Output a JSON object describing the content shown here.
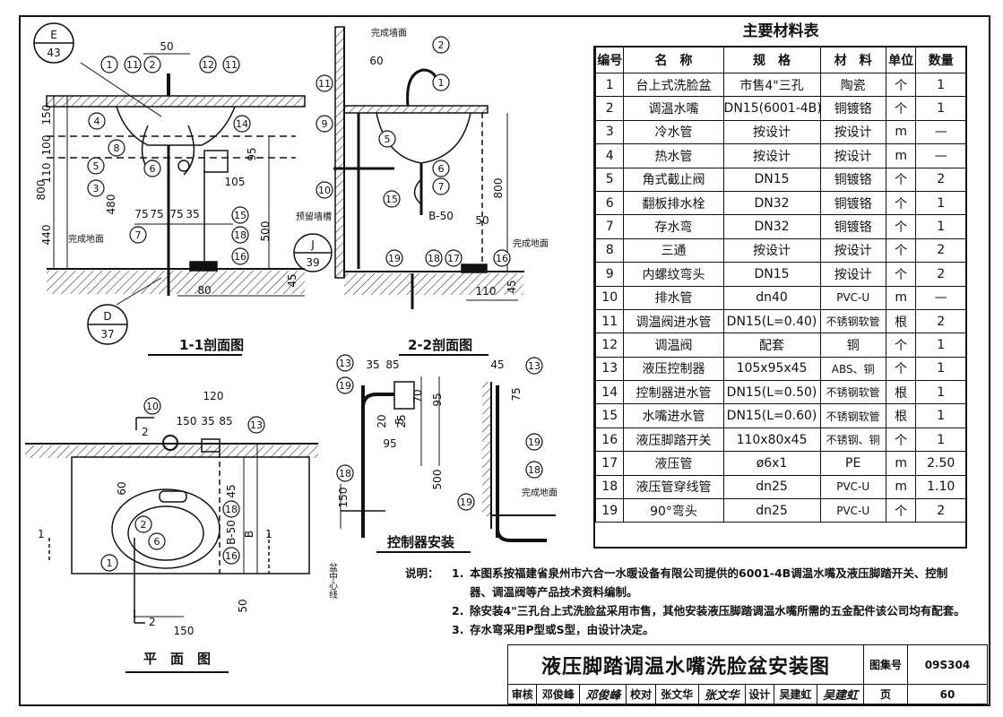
{
  "table": {
    "title": "主要材料表",
    "headers": [
      "编号",
      "名　称",
      "规　格",
      "材　料",
      "单位",
      "数量"
    ],
    "rows": [
      [
        "1",
        "台上式洗脸盆",
        "市售4\"三孔",
        "陶瓷",
        "个",
        "1"
      ],
      [
        "2",
        "调温水嘴",
        "DN15(6001-4B)",
        "铜镀铬",
        "个",
        "1"
      ],
      [
        "3",
        "冷水管",
        "按设计",
        "按设计",
        "m",
        "—"
      ],
      [
        "4",
        "热水管",
        "按设计",
        "按设计",
        "m",
        "—"
      ],
      [
        "5",
        "角式截止阀",
        "DN15",
        "铜镀铬",
        "个",
        "2"
      ],
      [
        "6",
        "翻板排水栓",
        "DN32",
        "铜镀铬",
        "个",
        "1"
      ],
      [
        "7",
        "存水弯",
        "DN32",
        "铜镀铬",
        "个",
        "1"
      ],
      [
        "8",
        "三通",
        "按设计",
        "按设计",
        "个",
        "2"
      ],
      [
        "9",
        "内螺纹弯头",
        "DN15",
        "按设计",
        "个",
        "2"
      ],
      [
        "10",
        "排水管",
        "dn40",
        "PVC-U",
        "m",
        "—"
      ],
      [
        "11",
        "调温阀进水管",
        "DN15(L=0.40)",
        "不锈钢软管",
        "根",
        "2"
      ],
      [
        "12",
        "调温阀",
        "配套",
        "铜",
        "个",
        "1"
      ],
      [
        "13",
        "液压控制器",
        "105x95x45",
        "ABS、铜",
        "个",
        "1"
      ],
      [
        "14",
        "控制器进水管",
        "DN15(L=0.50)",
        "不锈钢软管",
        "根",
        "1"
      ],
      [
        "15",
        "水嘴进水管",
        "DN15(L=0.60)",
        "不锈钢软管",
        "根",
        "1"
      ],
      [
        "16",
        "液压脚踏开关",
        "110x80x45",
        "不锈钢、铜",
        "个",
        "1"
      ],
      [
        "17",
        "液压管",
        "ø6x1",
        "PE",
        "m",
        "2.50"
      ],
      [
        "18",
        "液压管穿线管",
        "dn25",
        "PVC-U",
        "m",
        "1.10"
      ],
      [
        "19",
        "90°弯头",
        "dn25",
        "PVC-U",
        "个",
        "2"
      ]
    ]
  },
  "notes": {
    "label": "说明：",
    "items": [
      {
        "num": "1.",
        "text": "本图系按福建省泉州市六合一水暖设备有限公司提供的6001-4B调温水嘴及液压脚踏开关、控制",
        "cont": "器、调温阀等产品技术资料编制。"
      },
      {
        "num": "2.",
        "text": "除安装4\"三孔台上式洗脸盆采用市售，其他安装液压脚踏调温水嘴所需的五金配件该公司均有配套。"
      },
      {
        "num": "3.",
        "text": "存水弯采用P型或S型，由设计决定。"
      }
    ]
  },
  "title_block": {
    "title": "液压脚踏调温水嘴洗脸盆安装图",
    "atlas_label": "图集号",
    "atlas_no": "09S304",
    "page_label": "页",
    "page_no": "60",
    "review_label": "审核",
    "reviewer": "邓俊峰",
    "reviewer_sign": "邓俊峰",
    "check_label": "校对",
    "checker": "张文华",
    "checker_sign": "张文华",
    "design_label": "设计",
    "designer": "吴建虹",
    "designer_sign": "吴建虹"
  },
  "drawing": {
    "view_1_1": "1-1剖面图",
    "view_2_2": "2-2剖面图",
    "view_plan": "平　面　图",
    "view_controller": "控制器安装",
    "finished_wall": "完成墙面",
    "finished_floor": "完成地面",
    "reserved_groove": "预留墙槽",
    "basin_center": "盆中心线",
    "ref_e": "E",
    "ref_e_sheet": "43",
    "ref_d": "D",
    "ref_d_sheet": "37",
    "ref_j": "J",
    "ref_j_sheet": "39",
    "dims_1_1": [
      "50",
      "150",
      "100",
      "110",
      "800",
      "440",
      "480",
      "95",
      "105",
      "500",
      "75",
      "75",
      "75",
      "35",
      "80",
      "45"
    ],
    "dims_2_2": [
      "60",
      "800",
      "B-50",
      "50",
      "110",
      "45"
    ],
    "dims_plan": [
      "120",
      "150",
      "35",
      "85",
      "60",
      "45",
      "B-50",
      "B",
      "50",
      "150"
    ],
    "dims_ctrl_left": [
      "35",
      "85",
      "70",
      "95",
      "20",
      "25",
      "95",
      "5",
      "500",
      "150"
    ],
    "dims_ctrl_right": [
      "45",
      "75"
    ],
    "section_marks": [
      "1",
      "1",
      "2",
      "2"
    ],
    "callouts_1_1": [
      "1",
      "11",
      "2",
      "12",
      "11",
      "4",
      "14",
      "8",
      "5",
      "3",
      "15",
      "7",
      "18",
      "16",
      "6"
    ],
    "callouts_2_2": [
      "2",
      "11",
      "1",
      "9",
      "5",
      "6",
      "10",
      "15",
      "7",
      "19",
      "18",
      "17",
      "16"
    ],
    "callouts_plan": [
      "10",
      "13",
      "2",
      "6",
      "1",
      "18",
      "16"
    ],
    "callouts_ctrl": [
      "13",
      "19",
      "18",
      "13",
      "19",
      "18",
      "19"
    ]
  }
}
